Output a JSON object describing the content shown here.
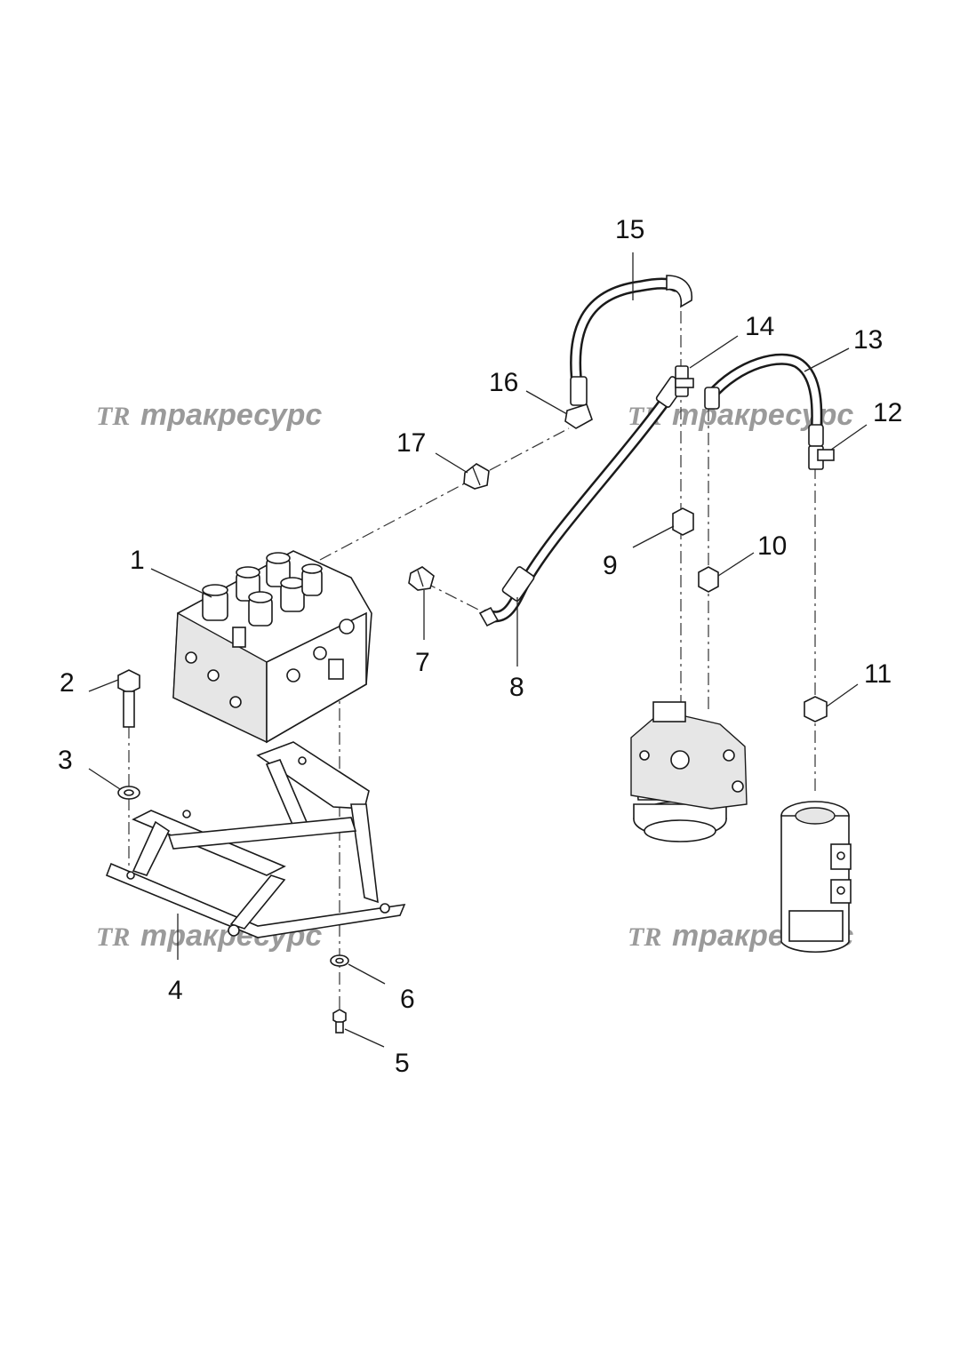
{
  "watermark": {
    "text": "трак­ресурс",
    "logo": "TR",
    "color": "#9a9a9a"
  },
  "callouts": {
    "n1": "1",
    "n2": "2",
    "n3": "3",
    "n4": "4",
    "n5": "5",
    "n6": "6",
    "n7": "7",
    "n8": "8",
    "n9": "9",
    "n10": "10",
    "n11": "11",
    "n12": "12",
    "n13": "13",
    "n14": "14",
    "n15": "15",
    "n16": "16",
    "n17": "17"
  },
  "icons": {
    "valve": "control-valve-icon",
    "frame": "mounting-frame-icon",
    "motor": "swing-motor-icon",
    "joint": "swivel-joint-icon",
    "hose": "hydraulic-hose-icon"
  }
}
